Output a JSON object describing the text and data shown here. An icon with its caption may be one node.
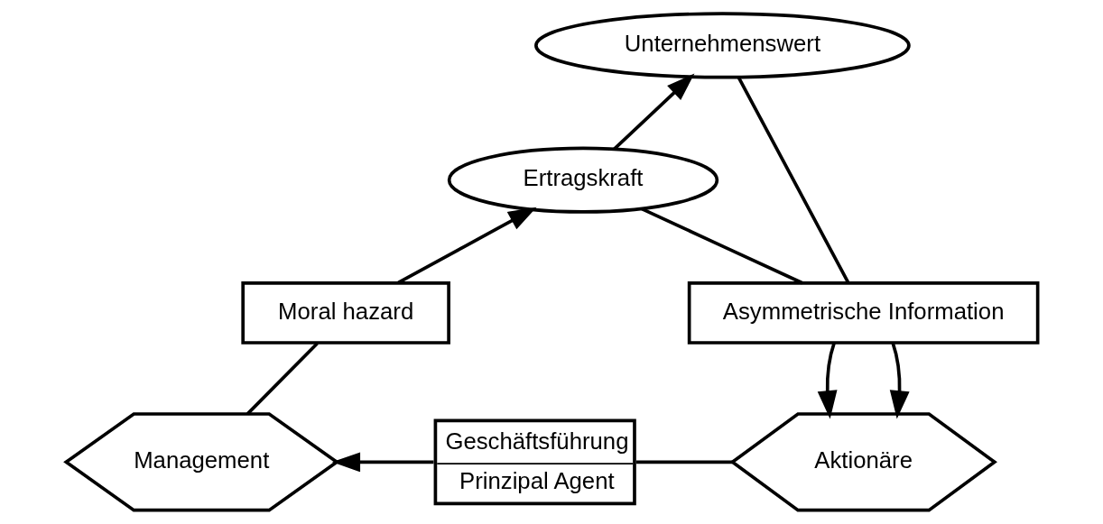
{
  "diagram": {
    "nodes": [
      {
        "text": [
          "Unternehmenswert"
        ]
      },
      {
        "text": [
          "Ertragskraft"
        ]
      },
      {
        "text": [
          "Moral hazard"
        ]
      },
      {
        "text": [
          "Asymmetrische Information"
        ]
      },
      {
        "text": [
          "Management"
        ]
      },
      {
        "text": [
          "Geschäftsführung",
          "Prinzipal Agent"
        ]
      },
      {
        "text": [
          "Aktionäre"
        ]
      }
    ],
    "edges": [
      {
        "from": 4,
        "to": 2,
        "arrow": "none"
      },
      {
        "from": 2,
        "to": 1,
        "arrow": "to"
      },
      {
        "from": 1,
        "to": 0,
        "arrow": "to"
      },
      {
        "from": 1,
        "to": 3,
        "arrow": "none"
      },
      {
        "from": 0,
        "to": 3,
        "arrow": "none"
      },
      {
        "from": 3,
        "to": 6,
        "arrow": "to"
      },
      {
        "from": 3,
        "to": 6,
        "arrow": "to"
      },
      {
        "from": 6,
        "to": 5,
        "arrow": "none"
      },
      {
        "from": 5,
        "to": 4,
        "arrow": "to"
      }
    ]
  }
}
